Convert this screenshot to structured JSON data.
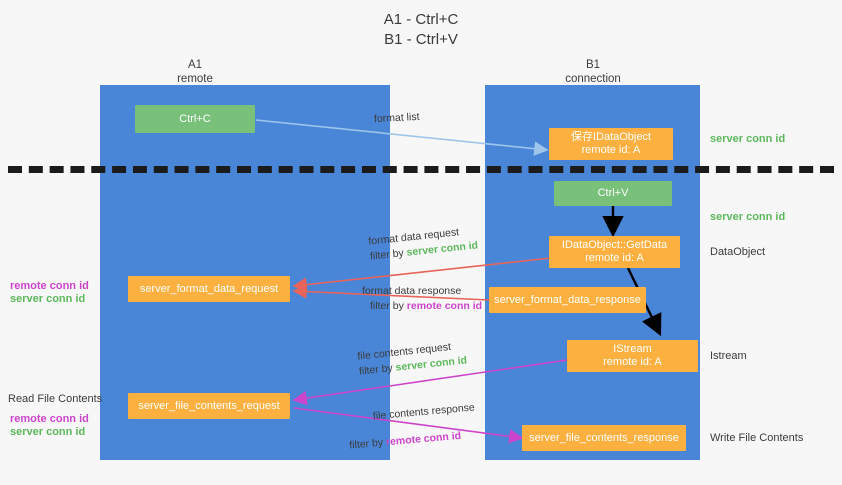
{
  "title": {
    "line1": "A1 - Ctrl+C",
    "line2": "B1 - Ctrl+V"
  },
  "lanes": [
    {
      "name": "A1",
      "sub": "remote",
      "color": "#4a86d8"
    },
    {
      "name": "B1",
      "sub": "connection",
      "color": "#4a86d8"
    }
  ],
  "boxes": {
    "ctrl_c": {
      "label": "Ctrl+C",
      "color": "#79c07a"
    },
    "ctrl_v": {
      "label": "Ctrl+V",
      "color": "#79c07a"
    },
    "save_idataobject": {
      "line1": "保存IDataObject",
      "line2": "remote id: A",
      "color": "#fbb040"
    },
    "getdata": {
      "line1": "IDataObject::GetData",
      "line2": "remote id: A",
      "color": "#fbb040"
    },
    "istream": {
      "line1": "IStream",
      "line2": "remote id: A",
      "color": "#fbb040"
    },
    "server_format_data_request": {
      "label": "server_format_data_request",
      "color": "#fbb040"
    },
    "server_format_data_response": {
      "label": "server_format_data_response",
      "color": "#fbb040"
    },
    "server_file_contents_request": {
      "label": "server_file_contents_request",
      "color": "#fbb040"
    },
    "server_file_contents_response": {
      "label": "server_file_contents_response",
      "color": "#fbb040"
    }
  },
  "right_labels": {
    "server_conn_id_1": "server conn id",
    "server_conn_id_2": "server conn id",
    "dataobject": "DataObject",
    "istream": "Istream",
    "write_file_contents": "Write File Contents"
  },
  "left_labels": {
    "remote_conn_id_1": "remote conn id",
    "server_conn_id_1": "server conn id",
    "read_file_contents": "Read File Contents",
    "remote_conn_id_2": "remote conn id",
    "server_conn_id_2": "server conn id"
  },
  "edges": {
    "format_list": {
      "label": "format list"
    },
    "format_data_request": {
      "line1": "format data request",
      "filter_prefix": "filter by ",
      "filter_value": "server conn id"
    },
    "format_data_response": {
      "line1": "format data response",
      "filter_prefix": "filter by ",
      "filter_value": "remote conn id"
    },
    "file_contents_request": {
      "line1": "file contents request",
      "filter_prefix": "filter by ",
      "filter_value": "server conn id"
    },
    "file_contents_response": {
      "line1": "file contents response",
      "filter_prefix": "filter by ",
      "filter_value": "remote conn id"
    }
  },
  "colors": {
    "lane": "#4a86d8",
    "green_box": "#79c07a",
    "orange_box": "#fbb040",
    "green_text": "#5cb85c",
    "purple_text": "#cc44cc",
    "red_arrow": "#e8645a",
    "magenta_arrow": "#cc44cc",
    "blue_arrow": "#9fc6ea",
    "black_arrow": "#000000",
    "background": "#f7f7f7"
  }
}
